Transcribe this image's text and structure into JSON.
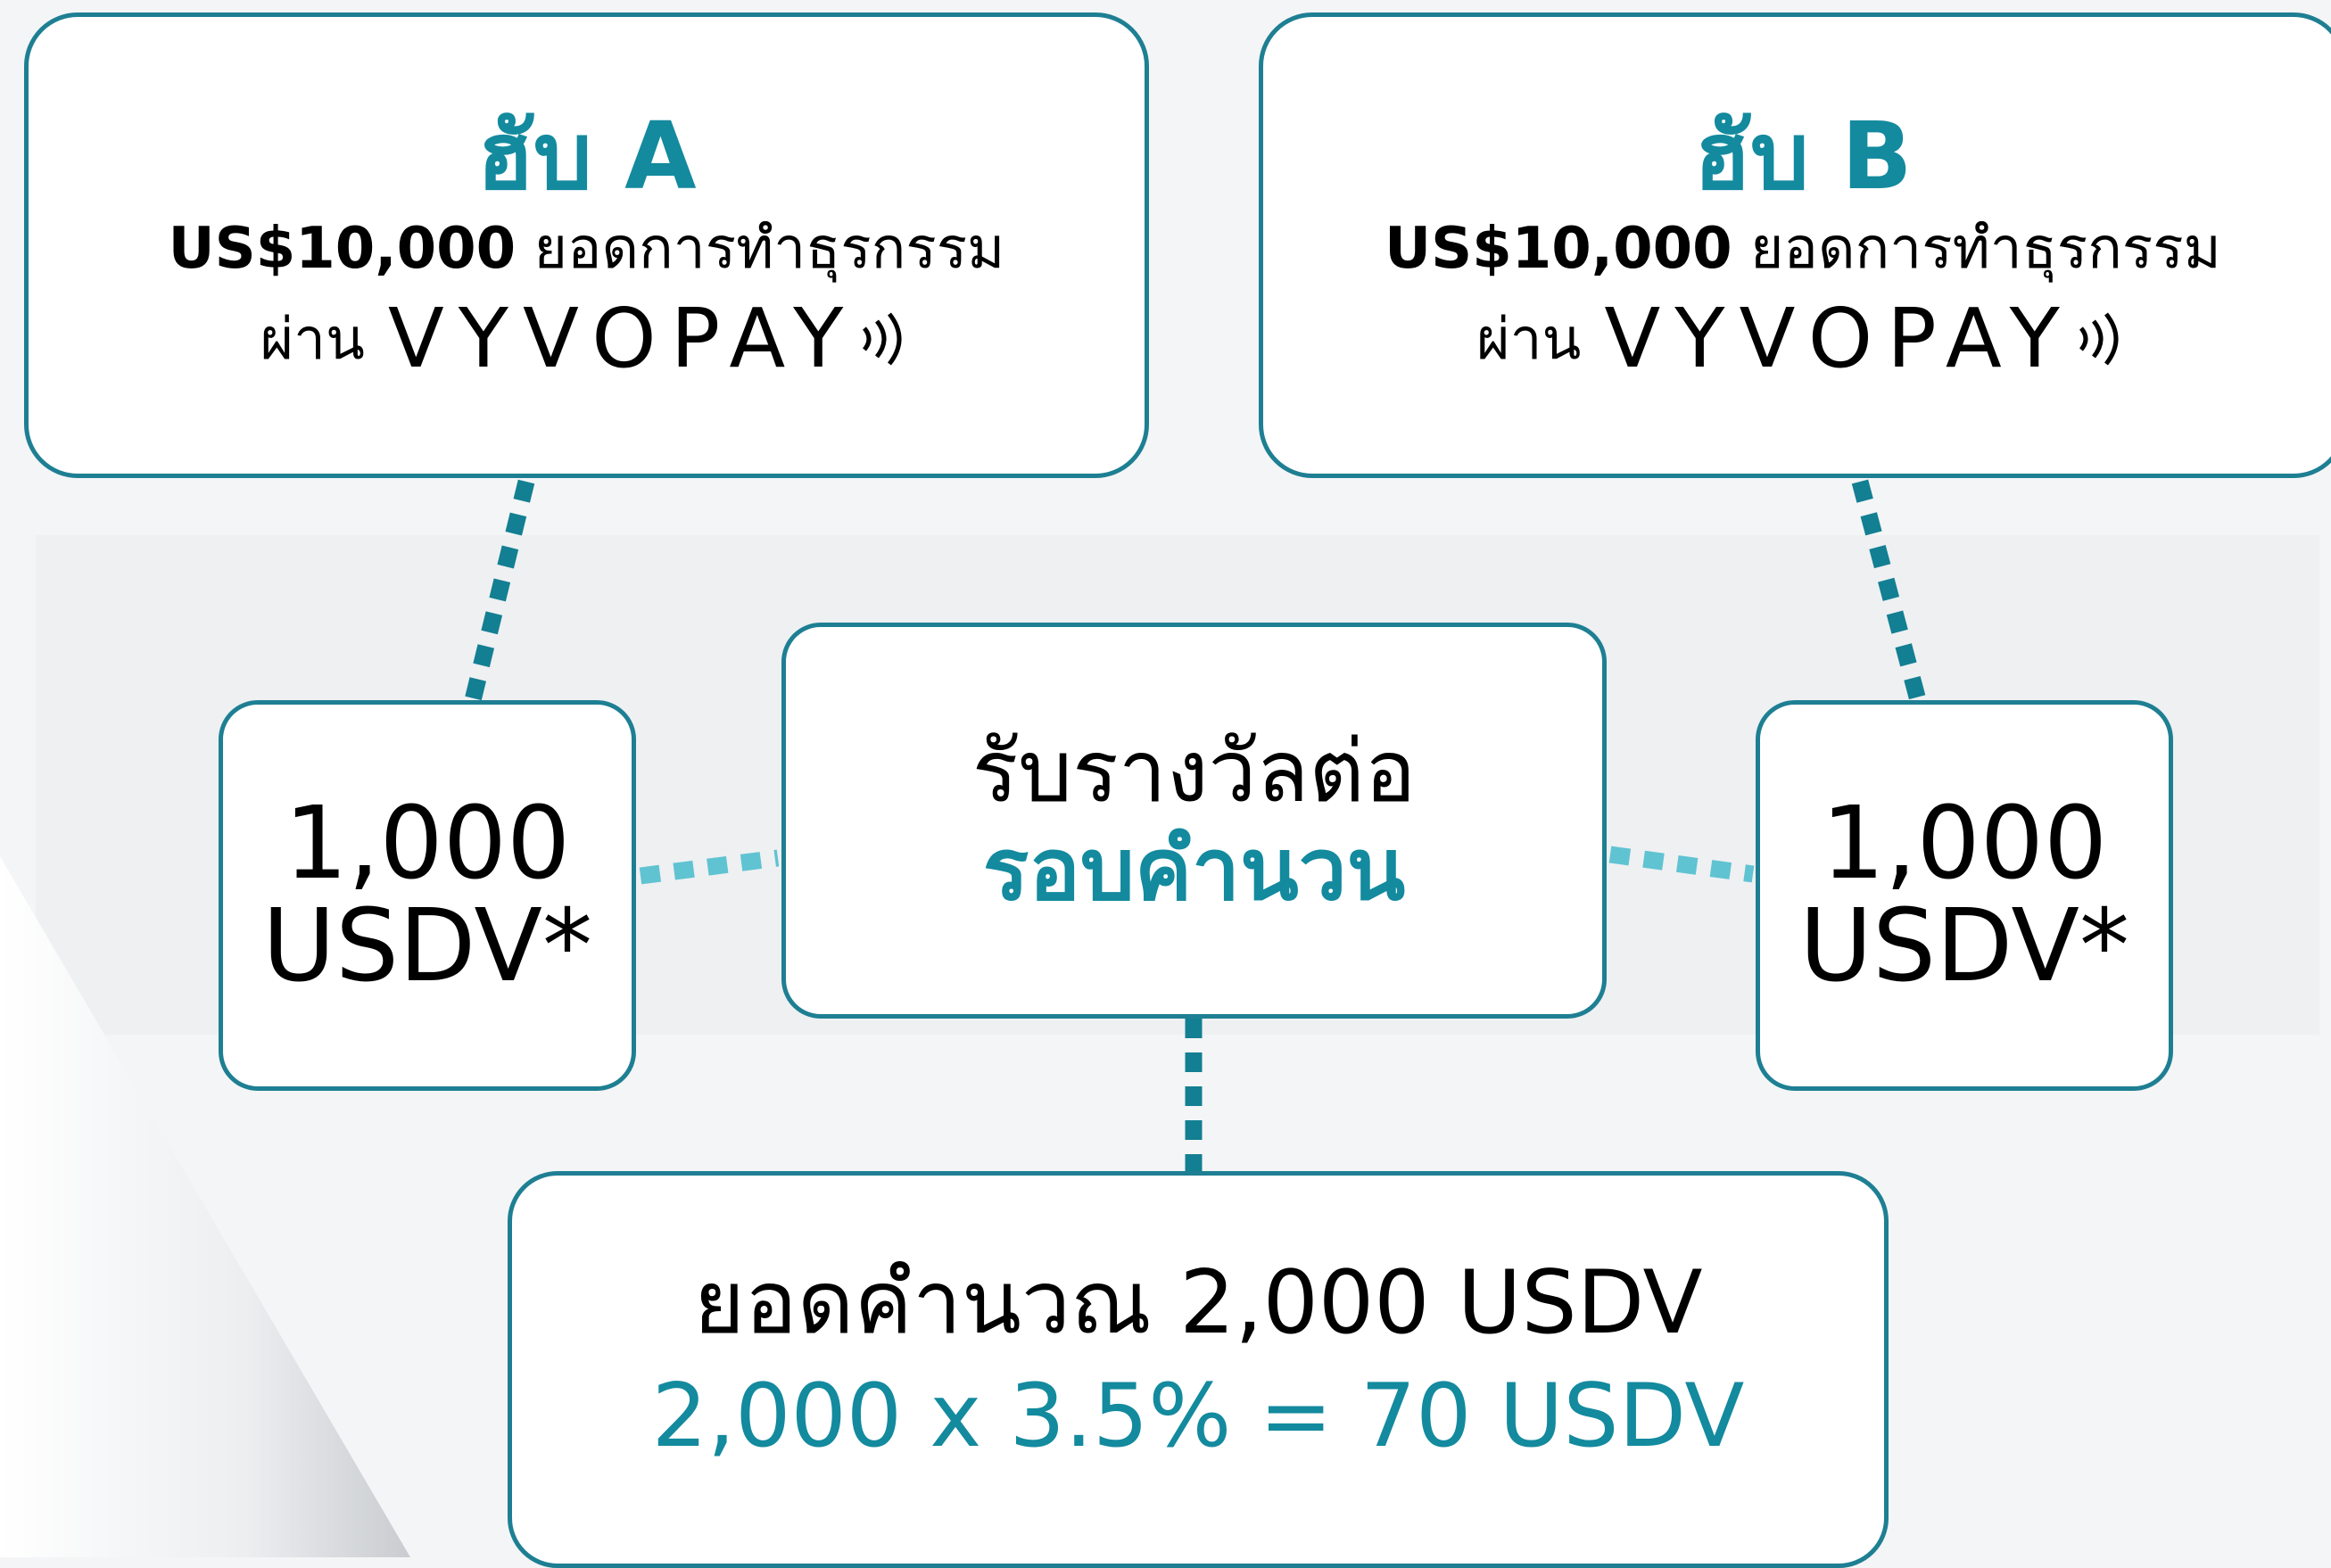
{
  "colors": {
    "teal": "#138a9e",
    "border": "#1e7f93",
    "connector_dark": "#137f92",
    "connector_light": "#5fc3d2",
    "background": "#f4f5f6"
  },
  "hub_a": {
    "title": "ฮับ A",
    "amount": "US$10,000",
    "volume_label": " ยอดการทำธุรกรรม",
    "via": "ผ่าน",
    "brand": "VYVOPAY"
  },
  "hub_b": {
    "title": "ฮับ B",
    "amount": "US$10,000",
    "volume_label": " ยอดการทำธุรกรรม",
    "via": "ผ่าน",
    "brand": "VYVOPAY"
  },
  "left_reward": {
    "line1": "1,000",
    "line2": "USDV*"
  },
  "right_reward": {
    "line1": "1,000",
    "line2": "USDV*"
  },
  "center": {
    "line1": "รับรางวัลต่อ",
    "line2": "รอบคำนวน"
  },
  "result": {
    "line1": "ยอดคำนวณ 2,000 USDV",
    "line2": "2,000 x 3.5% = 70 USDV"
  },
  "icons": {
    "brand_signal": "contactless-waves-icon"
  }
}
